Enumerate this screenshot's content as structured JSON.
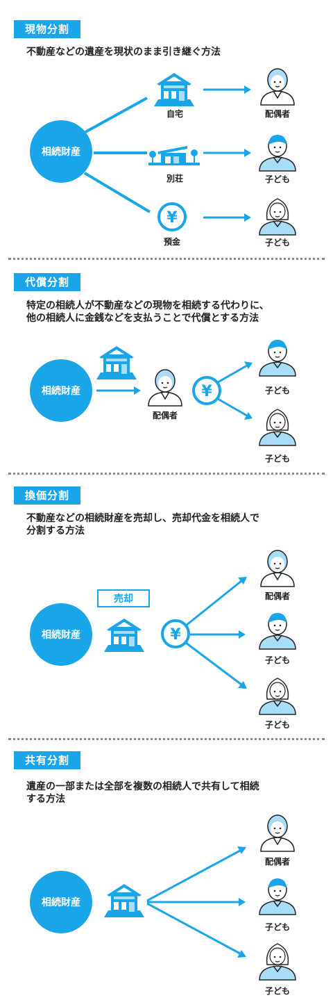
{
  "sections": [
    {
      "tag": "現物分割",
      "desc": [
        "不動産などの遺産を現状のまま引き継ぐ方法"
      ]
    },
    {
      "tag": "代償分割",
      "desc": [
        "特定の相続人が不動産などの現物を相続する代わりに、",
        "他の相続人に金銭などを支払うことで代償とする方法"
      ]
    },
    {
      "tag": "換価分割",
      "desc": [
        "不動産などの相続財産を売却し、売却代金を相続人で",
        "分割する方法"
      ],
      "sell_label": "売却"
    },
    {
      "tag": "共有分割",
      "desc": [
        "遺産の一部または全部を複数の相続人で共有して相続",
        "する方法"
      ]
    }
  ],
  "labels": {
    "estate": "相続財産",
    "home": "自宅",
    "villa": "別荘",
    "deposit": "預金",
    "spouse": "配偶者",
    "child": "子ども",
    "yen": "¥"
  },
  "colors": {
    "accent": "#1aa5e8",
    "light": "#a9dcf5"
  }
}
